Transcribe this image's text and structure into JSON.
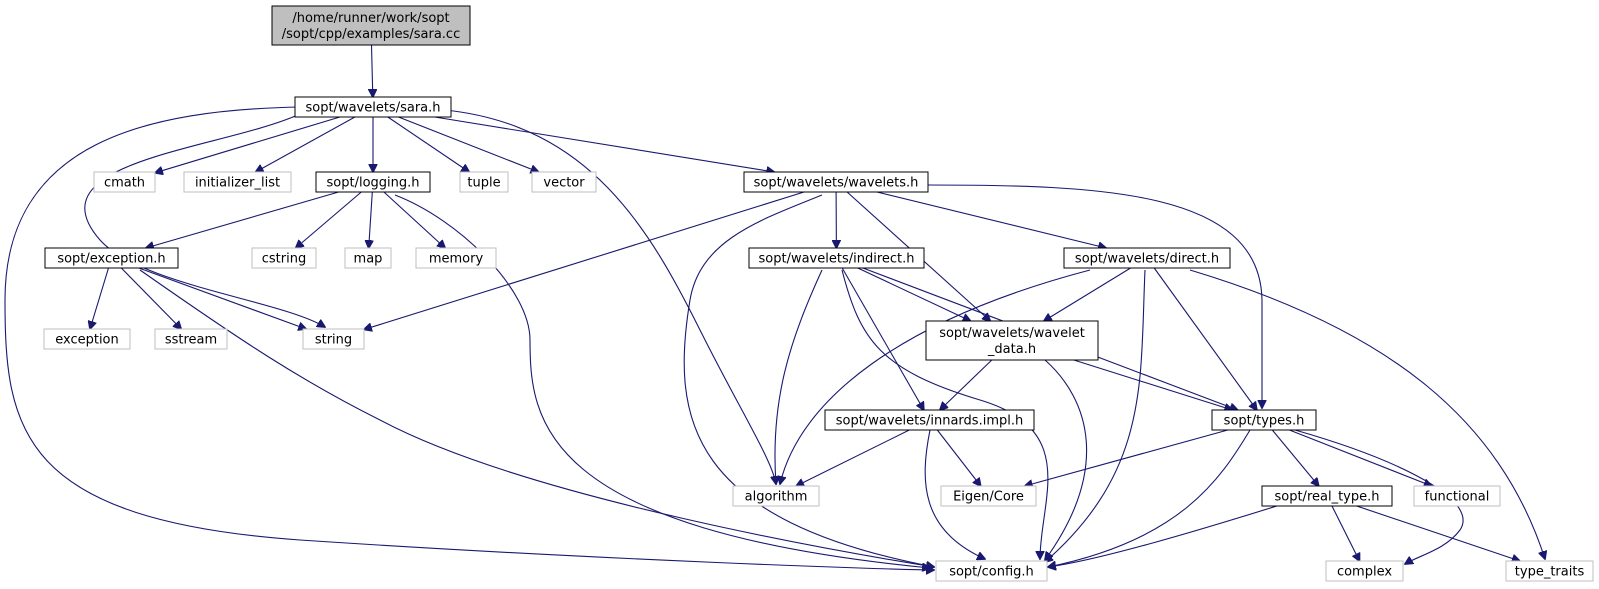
{
  "colors": {
    "edge": "#191970",
    "root_fill": "#bfbfbf",
    "project_border": "#000000",
    "system_border": "#bfbfbf",
    "background": "#ffffff"
  },
  "nodes": {
    "root": {
      "lines": [
        "/home/runner/work/sopt",
        "/sopt/cpp/examples/sara.cc"
      ],
      "kind": "root"
    },
    "sara": {
      "lines": [
        "sopt/wavelets/sara.h"
      ],
      "kind": "project"
    },
    "cmath": {
      "lines": [
        "cmath"
      ],
      "kind": "system"
    },
    "initializer_list": {
      "lines": [
        "initializer_list"
      ],
      "kind": "system"
    },
    "logging": {
      "lines": [
        "sopt/logging.h"
      ],
      "kind": "project"
    },
    "tuple": {
      "lines": [
        "tuple"
      ],
      "kind": "system"
    },
    "vector": {
      "lines": [
        "vector"
      ],
      "kind": "system"
    },
    "wavelets": {
      "lines": [
        "sopt/wavelets/wavelets.h"
      ],
      "kind": "project"
    },
    "exception_h": {
      "lines": [
        "sopt/exception.h"
      ],
      "kind": "project"
    },
    "cstring": {
      "lines": [
        "cstring"
      ],
      "kind": "system"
    },
    "map": {
      "lines": [
        "map"
      ],
      "kind": "system"
    },
    "memory": {
      "lines": [
        "memory"
      ],
      "kind": "system"
    },
    "indirect": {
      "lines": [
        "sopt/wavelets/indirect.h"
      ],
      "kind": "project"
    },
    "direct": {
      "lines": [
        "sopt/wavelets/direct.h"
      ],
      "kind": "project"
    },
    "exception": {
      "lines": [
        "exception"
      ],
      "kind": "system"
    },
    "sstream": {
      "lines": [
        "sstream"
      ],
      "kind": "system"
    },
    "string": {
      "lines": [
        "string"
      ],
      "kind": "system"
    },
    "wavelet_data": {
      "lines": [
        "sopt/wavelets/wavelet",
        "_data.h"
      ],
      "kind": "project"
    },
    "innards": {
      "lines": [
        "sopt/wavelets/innards.impl.h"
      ],
      "kind": "project"
    },
    "types": {
      "lines": [
        "sopt/types.h"
      ],
      "kind": "project"
    },
    "algorithm": {
      "lines": [
        "algorithm"
      ],
      "kind": "system"
    },
    "eigen_core": {
      "lines": [
        "Eigen/Core"
      ],
      "kind": "system"
    },
    "real_type": {
      "lines": [
        "sopt/real_type.h"
      ],
      "kind": "project"
    },
    "functional": {
      "lines": [
        "functional"
      ],
      "kind": "system"
    },
    "complex": {
      "lines": [
        "complex"
      ],
      "kind": "system"
    },
    "config": {
      "lines": [
        "sopt/config.h"
      ],
      "kind": "system"
    },
    "type_traits": {
      "lines": [
        "type_traits"
      ],
      "kind": "system"
    }
  },
  "edges": [
    [
      "root",
      "sara"
    ],
    [
      "sara",
      "cmath"
    ],
    [
      "sara",
      "initializer_list"
    ],
    [
      "sara",
      "logging"
    ],
    [
      "sara",
      "tuple"
    ],
    [
      "sara",
      "vector"
    ],
    [
      "sara",
      "wavelets"
    ],
    [
      "sara",
      "string"
    ],
    [
      "sara",
      "config"
    ],
    [
      "sara",
      "algorithm"
    ],
    [
      "logging",
      "exception_h"
    ],
    [
      "logging",
      "cstring"
    ],
    [
      "logging",
      "map"
    ],
    [
      "logging",
      "memory"
    ],
    [
      "logging",
      "config"
    ],
    [
      "exception_h",
      "exception"
    ],
    [
      "exception_h",
      "sstream"
    ],
    [
      "exception_h",
      "string"
    ],
    [
      "exception_h",
      "config"
    ],
    [
      "wavelets",
      "string"
    ],
    [
      "wavelets",
      "indirect"
    ],
    [
      "wavelets",
      "direct"
    ],
    [
      "wavelets",
      "wavelet_data"
    ],
    [
      "wavelets",
      "types"
    ],
    [
      "wavelets",
      "config"
    ],
    [
      "indirect",
      "wavelet_data"
    ],
    [
      "indirect",
      "innards"
    ],
    [
      "indirect",
      "types"
    ],
    [
      "indirect",
      "algorithm"
    ],
    [
      "indirect",
      "config"
    ],
    [
      "direct",
      "wavelet_data"
    ],
    [
      "direct",
      "types"
    ],
    [
      "direct",
      "algorithm"
    ],
    [
      "direct",
      "config"
    ],
    [
      "direct",
      "type_traits"
    ],
    [
      "wavelet_data",
      "innards"
    ],
    [
      "wavelet_data",
      "types"
    ],
    [
      "wavelet_data",
      "config"
    ],
    [
      "innards",
      "algorithm"
    ],
    [
      "innards",
      "eigen_core"
    ],
    [
      "innards",
      "config"
    ],
    [
      "types",
      "eigen_core"
    ],
    [
      "types",
      "real_type"
    ],
    [
      "types",
      "functional"
    ],
    [
      "types",
      "complex"
    ],
    [
      "types",
      "config"
    ],
    [
      "real_type",
      "complex"
    ],
    [
      "real_type",
      "type_traits"
    ],
    [
      "real_type",
      "config"
    ]
  ]
}
